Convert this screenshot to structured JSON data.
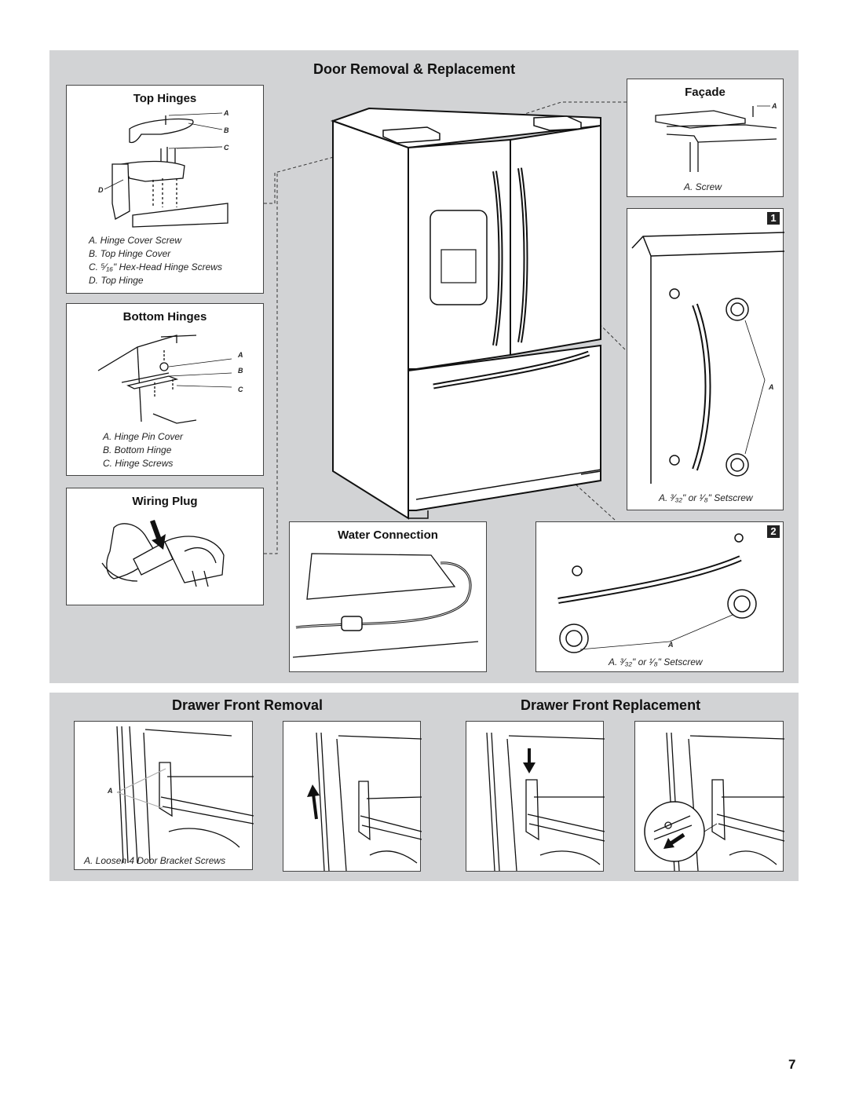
{
  "door_section": {
    "title": "Door Removal & Replacement",
    "top_hinges": {
      "title": "Top Hinges",
      "tags": [
        "A",
        "B",
        "C",
        "D"
      ],
      "legend": [
        "A. Hinge Cover Screw",
        "B. Top Hinge Cover",
        "C. ⁵⁄₁₆\" Hex-Head Hinge Screws",
        "D. Top Hinge"
      ]
    },
    "bottom_hinges": {
      "title": "Bottom Hinges",
      "tags": [
        "A",
        "B",
        "C"
      ],
      "legend": [
        "A. Hinge Pin Cover",
        "B. Bottom Hinge",
        "C. Hinge Screws"
      ]
    },
    "wiring_plug": {
      "title": "Wiring Plug"
    },
    "water_connection": {
      "title": "Water Connection"
    },
    "facade": {
      "title": "Façade",
      "tag": "A",
      "caption": "A. Screw"
    },
    "step1": {
      "number": "1",
      "tag": "A",
      "caption": "A. ³⁄₃₂\" or ¹⁄₈\" Setscrew"
    },
    "step2": {
      "number": "2",
      "tag": "A",
      "caption": "A. ³⁄₃₂\" or ¹⁄₈\" Setscrew"
    }
  },
  "drawer_section": {
    "removal_title": "Drawer Front Removal",
    "replacement_title": "Drawer Front Replacement",
    "removal_tag": "A",
    "removal_caption": "A. Loosen 4 Door Bracket Screws"
  },
  "page_number": "7"
}
